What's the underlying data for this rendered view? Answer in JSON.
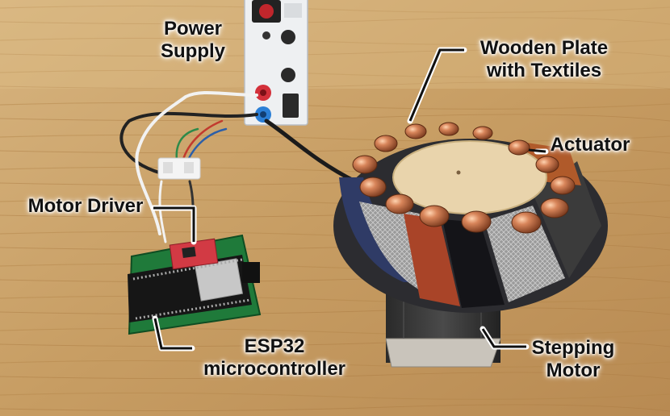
{
  "labels": {
    "power_supply": [
      "Power",
      "Supply"
    ],
    "wooden_plate": [
      "Wooden Plate",
      "with Textiles"
    ],
    "actuator": [
      "Actuator"
    ],
    "motor_driver": [
      "Motor Driver"
    ],
    "esp32": [
      "ESP32",
      "microcontroller"
    ],
    "stepping_motor": [
      "Stepping",
      "Motor"
    ]
  },
  "colors": {
    "table_wood": "#c9a36c",
    "pcb_green": "#1f7a3a",
    "driver_red": "#d23a44",
    "plate_wood": "#e9d4ac",
    "copper_actuator": "#c9764a",
    "motor_metal": "#3b3b3b",
    "label_text": "#111111"
  }
}
